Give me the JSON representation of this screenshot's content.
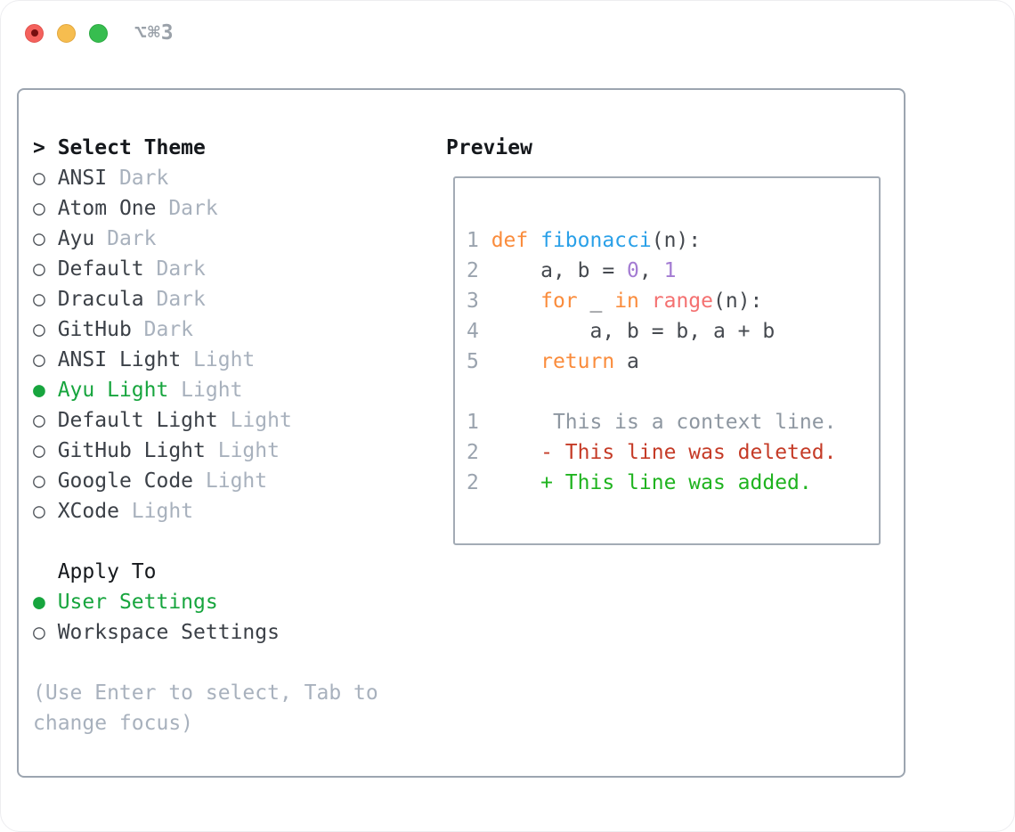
{
  "window": {
    "title": "⌥⌘3"
  },
  "colors": {
    "titleText": "#9aa1a9",
    "trafficRed": "#f4615d",
    "trafficRedDot": "#770f10",
    "trafficYellow": "#f6bd4f",
    "trafficGreen": "#37bd4f",
    "panelBorder": "#9ca5b0",
    "boxBorder": "#a3abb5",
    "headerText": "#15181c",
    "itemName": "#3b4047",
    "tagText": "#a8b1bd",
    "circle": "#51565c",
    "selected": "#17a53e",
    "hint": "#a8b1bd",
    "gutter": "#9aa3ae",
    "plain": "#45494f",
    "keyword": "#fa8c3c",
    "function": "#2aa0e8",
    "builtin": "#f47171",
    "number": "#a37bd2",
    "context": "#8e97a1",
    "deleted": "#c53b27",
    "added": "#1fb31f"
  },
  "sidebar": {
    "rows": [
      {
        "dn": "select-theme-header",
        "it": false,
        "segs": [
          {
            "t": "> ",
            "c": "header",
            "name": "cursor-icon"
          },
          {
            "t": "Select Theme",
            "c": "header"
          }
        ]
      },
      {
        "dn": "theme-option-ansi-dark",
        "it": true,
        "segs": [
          {
            "t": "○ ",
            "c": "circle",
            "name": "radio-unselected-icon"
          },
          {
            "t": "ANSI",
            "c": "name"
          },
          {
            "t": " Dark",
            "c": "tag"
          }
        ]
      },
      {
        "dn": "theme-option-atom-one-dark",
        "it": true,
        "segs": [
          {
            "t": "○ ",
            "c": "circle",
            "name": "radio-unselected-icon"
          },
          {
            "t": "Atom One",
            "c": "name"
          },
          {
            "t": " Dark",
            "c": "tag"
          }
        ]
      },
      {
        "dn": "theme-option-ayu-dark",
        "it": true,
        "segs": [
          {
            "t": "○ ",
            "c": "circle",
            "name": "radio-unselected-icon"
          },
          {
            "t": "Ayu",
            "c": "name"
          },
          {
            "t": " Dark",
            "c": "tag"
          }
        ]
      },
      {
        "dn": "theme-option-default-dark",
        "it": true,
        "segs": [
          {
            "t": "○ ",
            "c": "circle",
            "name": "radio-unselected-icon"
          },
          {
            "t": "Default",
            "c": "name"
          },
          {
            "t": " Dark",
            "c": "tag"
          }
        ]
      },
      {
        "dn": "theme-option-dracula-dark",
        "it": true,
        "segs": [
          {
            "t": "○ ",
            "c": "circle",
            "name": "radio-unselected-icon"
          },
          {
            "t": "Dracula",
            "c": "name"
          },
          {
            "t": " Dark",
            "c": "tag"
          }
        ]
      },
      {
        "dn": "theme-option-github-dark",
        "it": true,
        "segs": [
          {
            "t": "○ ",
            "c": "circle",
            "name": "radio-unselected-icon"
          },
          {
            "t": "GitHub",
            "c": "name"
          },
          {
            "t": " Dark",
            "c": "tag"
          }
        ]
      },
      {
        "dn": "theme-option-ansi-light",
        "it": true,
        "segs": [
          {
            "t": "○ ",
            "c": "circle",
            "name": "radio-unselected-icon"
          },
          {
            "t": "ANSI Light",
            "c": "name"
          },
          {
            "t": " Light",
            "c": "tag"
          }
        ]
      },
      {
        "dn": "theme-option-ayu-light",
        "it": true,
        "segs": [
          {
            "t": "● ",
            "c": "selected",
            "name": "radio-selected-icon"
          },
          {
            "t": "Ayu Light",
            "c": "selected"
          },
          {
            "t": " Light",
            "c": "tag"
          }
        ]
      },
      {
        "dn": "theme-option-default-light",
        "it": true,
        "segs": [
          {
            "t": "○ ",
            "c": "circle",
            "name": "radio-unselected-icon"
          },
          {
            "t": "Default Light",
            "c": "name"
          },
          {
            "t": " Light",
            "c": "tag"
          }
        ]
      },
      {
        "dn": "theme-option-github-light",
        "it": true,
        "segs": [
          {
            "t": "○ ",
            "c": "circle",
            "name": "radio-unselected-icon"
          },
          {
            "t": "GitHub Light",
            "c": "name"
          },
          {
            "t": " Light",
            "c": "tag"
          }
        ]
      },
      {
        "dn": "theme-option-google-code",
        "it": true,
        "segs": [
          {
            "t": "○ ",
            "c": "circle",
            "name": "radio-unselected-icon"
          },
          {
            "t": "Google Code",
            "c": "name"
          },
          {
            "t": " Light",
            "c": "tag"
          }
        ]
      },
      {
        "dn": "theme-option-xcode",
        "it": true,
        "segs": [
          {
            "t": "○ ",
            "c": "circle",
            "name": "radio-unselected-icon"
          },
          {
            "t": "XCode",
            "c": "name"
          },
          {
            "t": " Light",
            "c": "tag"
          }
        ]
      },
      {
        "dn": "spacer",
        "it": false,
        "segs": []
      },
      {
        "dn": "apply-to-header",
        "it": false,
        "segs": [
          {
            "t": "  ",
            "c": "subheader"
          },
          {
            "t": "Apply To",
            "c": "subheader"
          }
        ]
      },
      {
        "dn": "apply-option-user-settings",
        "it": true,
        "segs": [
          {
            "t": "● ",
            "c": "selected",
            "name": "radio-selected-icon"
          },
          {
            "t": "User Settings",
            "c": "selected"
          }
        ]
      },
      {
        "dn": "apply-option-workspace-settings",
        "it": true,
        "segs": [
          {
            "t": "○ ",
            "c": "circle",
            "name": "radio-unselected-icon"
          },
          {
            "t": "Workspace Settings",
            "c": "name"
          }
        ]
      },
      {
        "dn": "spacer",
        "it": false,
        "segs": []
      },
      {
        "dn": "hint-line-1",
        "it": false,
        "segs": [
          {
            "t": "(Use Enter to select, Tab to",
            "c": "hint"
          }
        ]
      },
      {
        "dn": "hint-line-2",
        "it": false,
        "segs": [
          {
            "t": "change focus)",
            "c": "hint"
          }
        ]
      }
    ]
  },
  "preview": {
    "heading": "Preview",
    "lines": [
      {
        "dn": "code-line-1",
        "segs": [
          {
            "t": "1 ",
            "c": "gutter"
          },
          {
            "t": "def ",
            "c": "keyword"
          },
          {
            "t": "fibonacci",
            "c": "function"
          },
          {
            "t": "(n):",
            "c": "plain"
          }
        ]
      },
      {
        "dn": "code-line-2",
        "segs": [
          {
            "t": "2 ",
            "c": "gutter"
          },
          {
            "t": "    a, b = ",
            "c": "plain"
          },
          {
            "t": "0",
            "c": "number"
          },
          {
            "t": ", ",
            "c": "plain"
          },
          {
            "t": "1",
            "c": "number"
          }
        ]
      },
      {
        "dn": "code-line-3",
        "segs": [
          {
            "t": "3 ",
            "c": "gutter"
          },
          {
            "t": "    ",
            "c": "plain"
          },
          {
            "t": "for",
            "c": "keyword"
          },
          {
            "t": " _ ",
            "c": "plain"
          },
          {
            "t": "in",
            "c": "keyword"
          },
          {
            "t": " ",
            "c": "plain"
          },
          {
            "t": "range",
            "c": "builtin"
          },
          {
            "t": "(n):",
            "c": "plain"
          }
        ]
      },
      {
        "dn": "code-line-4",
        "segs": [
          {
            "t": "4 ",
            "c": "gutter"
          },
          {
            "t": "        a, b = b, a + b",
            "c": "plain"
          }
        ]
      },
      {
        "dn": "code-line-5",
        "segs": [
          {
            "t": "5 ",
            "c": "gutter"
          },
          {
            "t": "    ",
            "c": "plain"
          },
          {
            "t": "return",
            "c": "keyword"
          },
          {
            "t": " a",
            "c": "plain"
          }
        ]
      },
      {
        "dn": "code-blank-line",
        "segs": []
      },
      {
        "dn": "diff-context-line",
        "segs": [
          {
            "t": "1",
            "c": "gutter"
          },
          {
            "t": "      This is a context line.",
            "c": "context"
          }
        ]
      },
      {
        "dn": "diff-deleted-line",
        "segs": [
          {
            "t": "2",
            "c": "gutter"
          },
          {
            "t": "     - This line was deleted.",
            "c": "deleted"
          }
        ]
      },
      {
        "dn": "diff-added-line",
        "segs": [
          {
            "t": "2",
            "c": "gutter"
          },
          {
            "t": "     + This line was added.",
            "c": "added"
          }
        ]
      }
    ]
  }
}
